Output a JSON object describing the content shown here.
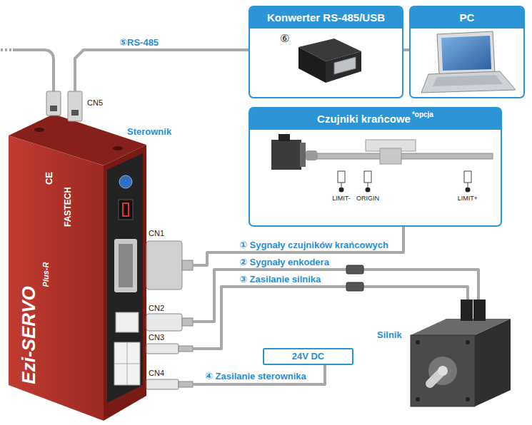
{
  "diagram": {
    "nodes": [
      {
        "text": [
          "Konwerter RS-485/USB"
        ]
      },
      {
        "text": [
          "PC"
        ]
      },
      {
        "text": [
          "Sterownik"
        ]
      },
      {
        "text": [
          "Czujniki krańcowe",
          "*opcja"
        ]
      },
      {
        "text": [
          "24V DC"
        ]
      },
      {
        "text": [
          "Silnik"
        ]
      }
    ],
    "edges": [
      {
        "from": 2,
        "to": 0,
        "arrow": "none",
        "label": "⑤RS-485"
      },
      {
        "from": 0,
        "to": 1,
        "arrow": "none"
      },
      {
        "from": 2,
        "to": 3,
        "arrow": "none",
        "label": "① Sygnały czujników krańcowych"
      },
      {
        "from": 2,
        "to": 5,
        "arrow": "none",
        "label": "② Sygnały enkodera"
      },
      {
        "from": 2,
        "to": 5,
        "arrow": "none",
        "label": "③ Zasilanie silnika"
      },
      {
        "from": 4,
        "to": 2,
        "arrow": "none",
        "label": "④ Zasilanie sterownika"
      }
    ],
    "labels": [
      "⑥",
      "CN5",
      "CN1",
      "CN2",
      "CN3",
      "CN4",
      "LIMIT-",
      "ORIGIN",
      "LIMIT+",
      "FASTECH",
      "CE",
      "Ezi-SERVO",
      "Plus-R"
    ]
  }
}
